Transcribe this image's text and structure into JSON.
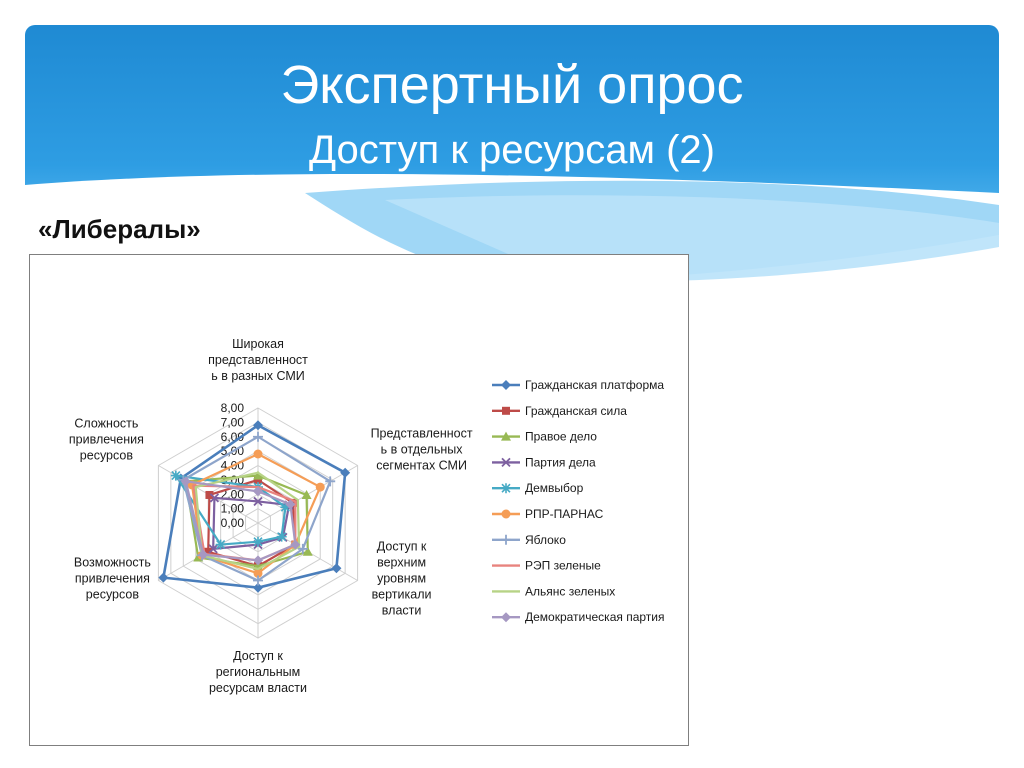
{
  "slide": {
    "title": "Экспертный опрос",
    "subtitle": "Доступ к ресурсам (2)",
    "section_label": "«Либералы»",
    "header_color": "#2a94d8"
  },
  "chart_data": {
    "type": "radar",
    "title": "",
    "axes": [
      [
        "Широкая",
        "представленност",
        "ь в разных СМИ"
      ],
      [
        "Представленност",
        "ь в отдельных",
        "сегментах СМИ"
      ],
      [
        "Доступ к",
        "верхним",
        "уровням",
        "вертикали",
        "власти"
      ],
      [
        "Доступ к",
        "региональным",
        "ресурсам власти"
      ],
      [
        "Возможность",
        "привлечения",
        "ресурсов"
      ],
      [
        "Сложность",
        "привлечения",
        "ресурсов"
      ]
    ],
    "categories": [
      "Широкая представленность в разных СМИ",
      "Представленность в отдельных сегментах СМИ",
      "Доступ к верхним уровням вертикали власти",
      "Доступ к региональным ресурсам власти",
      "Возможность привлечения ресурсов",
      "Сложность привлечения ресурсов"
    ],
    "ticks": [
      "0,00",
      "1,00",
      "2,00",
      "3,00",
      "4,00",
      "5,00",
      "6,00",
      "7,00",
      "8,00"
    ],
    "rlim": [
      0,
      8
    ],
    "grid": true,
    "legend_position": "right",
    "series": [
      {
        "name": "Гражданская платформа",
        "color": "#4a7ebb",
        "marker": "diamond",
        "values": [
          6.8,
          7.0,
          6.3,
          4.5,
          7.6,
          6.2
        ]
      },
      {
        "name": "Гражданская сила",
        "color": "#be4b48",
        "marker": "square",
        "values": [
          3.0,
          2.8,
          3.0,
          3.0,
          4.0,
          3.9
        ]
      },
      {
        "name": "Правое дело",
        "color": "#98b954",
        "marker": "triangle",
        "values": [
          3.3,
          3.9,
          4.0,
          3.0,
          4.8,
          5.8
        ]
      },
      {
        "name": "Партия дела",
        "color": "#7d60a0",
        "marker": "x",
        "values": [
          1.5,
          2.5,
          2.0,
          1.5,
          3.6,
          3.5
        ]
      },
      {
        "name": "Демвыбор",
        "color": "#46aac5",
        "marker": "star",
        "values": [
          2.5,
          2.2,
          1.9,
          1.3,
          3.0,
          6.6
        ]
      },
      {
        "name": "РПР-ПАРНАС",
        "color": "#f59d56",
        "marker": "circle",
        "values": [
          4.8,
          5.0,
          3.0,
          3.5,
          4.5,
          5.3
        ]
      },
      {
        "name": "Яблоко",
        "color": "#8ea5cb",
        "marker": "plus",
        "values": [
          6.0,
          5.8,
          3.6,
          4.0,
          4.5,
          6.0
        ]
      },
      {
        "name": "РЭП зеленые",
        "color": "#e8837e",
        "marker": "none",
        "values": [
          2.5,
          3.0,
          3.0,
          2.6,
          4.3,
          5.2
        ]
      },
      {
        "name": "Альянс зеленых",
        "color": "#b7d386",
        "marker": "none",
        "values": [
          3.5,
          3.2,
          3.3,
          3.2,
          4.5,
          5.0
        ]
      },
      {
        "name": "Демократическая партия",
        "color": "#a698c2",
        "marker": "diamond",
        "values": [
          2.2,
          2.6,
          3.0,
          2.6,
          4.4,
          5.8
        ]
      }
    ]
  }
}
